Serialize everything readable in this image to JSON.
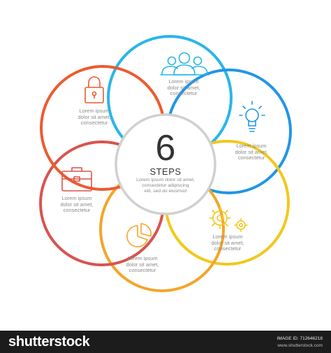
{
  "center": {
    "number": "6",
    "label": "STEPS",
    "description": [
      "Lorem ipsum dolor sit amet,",
      "consectetur adipiscing",
      "elit, sed do eiusmod"
    ]
  },
  "steps": [
    {
      "color": "#29b6e8",
      "icon": "people-icon",
      "lines": [
        "Lorem ipsum",
        "dolor sit amet,",
        "consectetur"
      ]
    },
    {
      "color": "#2196e6",
      "icon": "lightbulb-icon",
      "lines": [
        "Lorem ipsum",
        "dolor sit amet,",
        "consectetur"
      ]
    },
    {
      "color": "#f2c81c",
      "icon": "gears-icon",
      "lines": [
        "Lorem ipsum",
        "dolor sit amet,",
        "consectetur"
      ]
    },
    {
      "color": "#f4a52a",
      "icon": "pie-chart-icon",
      "lines": [
        "Lorem ipsum",
        "dolor sit amet,",
        "consectetur"
      ]
    },
    {
      "color": "#d9534f",
      "icon": "briefcase-icon",
      "lines": [
        "Lorem ipsum",
        "dolor sit amet,",
        "consectetur"
      ]
    },
    {
      "color": "#ee5a2f",
      "icon": "padlock-icon",
      "lines": [
        "Lorem ipsum",
        "dolor sit amet,",
        "consectetur"
      ]
    }
  ],
  "center_ring_color": "#d0d0d0",
  "footer": {
    "brand": "shutterstock",
    "image_id": "IMAGE ID: 712646218",
    "site": "www.shutterstock.com"
  }
}
